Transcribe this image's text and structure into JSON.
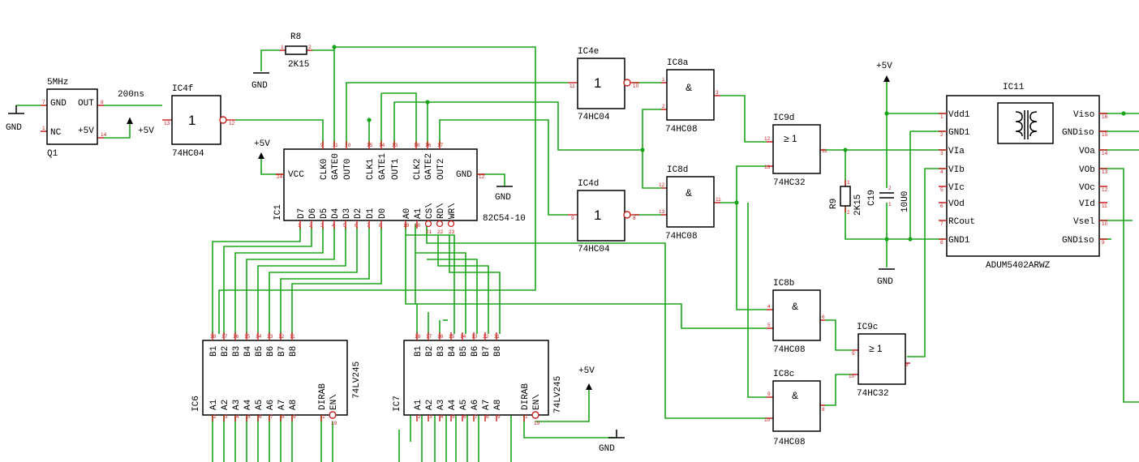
{
  "power": {
    "gnd": "GND",
    "vcc": "+5V"
  },
  "q1": {
    "ref": "Q1",
    "value": "5MHz",
    "gnd": "GND",
    "out": "OUT",
    "nc": "NC",
    "vcc": "+5V",
    "note": "200ns"
  },
  "ic4f": {
    "ref": "IC4f",
    "part": "74HC04",
    "sym": "1"
  },
  "ic4e": {
    "ref": "IC4e",
    "part": "74HC04",
    "sym": "1"
  },
  "ic4d": {
    "ref": "IC4d",
    "part": "74HC04",
    "sym": "1"
  },
  "r8": {
    "ref": "R8",
    "value": "2K15"
  },
  "r9": {
    "ref": "R9",
    "value": "2K15"
  },
  "c19": {
    "ref": "C19",
    "value": "10U0"
  },
  "ic1": {
    "ref": "IC1",
    "part": "82C54-10",
    "top_pins": [
      "CLK0",
      "GATE0",
      "OUT0",
      "CLK1",
      "GATE1",
      "OUT1",
      "CLK2",
      "GATE2",
      "OUT2"
    ],
    "d_pins": [
      "D7",
      "D6",
      "D5",
      "D4",
      "D3",
      "D2",
      "D1",
      "D0"
    ],
    "a_pins": [
      "A0",
      "A1",
      "CS\\",
      "RD\\",
      "WR\\"
    ],
    "vcc": "VCC",
    "gnd": "GND"
  },
  "ic8a": {
    "ref": "IC8a",
    "part": "74HC08",
    "sym": "&"
  },
  "ic8d": {
    "ref": "IC8d",
    "part": "74HC08",
    "sym": "&"
  },
  "ic8b": {
    "ref": "IC8b",
    "part": "74HC08",
    "sym": "&"
  },
  "ic8c": {
    "ref": "IC8c",
    "part": "74HC08",
    "sym": "&"
  },
  "ic9d": {
    "ref": "IC9d",
    "part": "74HC32",
    "sym": "≥ 1"
  },
  "ic9c": {
    "ref": "IC9c",
    "part": "74HC32",
    "sym": "≥ 1"
  },
  "ic11": {
    "ref": "IC11",
    "part": "ADUM5402ARWZ",
    "left_pins": [
      "Vdd1",
      "GND1",
      "VIa",
      "VIb",
      "VIc",
      "VOd",
      "RCout",
      "GND1"
    ],
    "right_pins": [
      "Viso",
      "GNDiso",
      "VOa",
      "VOb",
      "VOc",
      "VId",
      "Vsel",
      "GNDiso"
    ]
  },
  "ic6": {
    "ref": "IC6",
    "part": "74LV245",
    "b_pins": [
      "B1",
      "B2",
      "B3",
      "B4",
      "B5",
      "B6",
      "B7",
      "B8"
    ],
    "a_pins": [
      "A1",
      "A2",
      "A3",
      "A4",
      "A5",
      "A6",
      "A7",
      "A8"
    ],
    "dir": "DIRAB",
    "en": "EN\\"
  },
  "ic7": {
    "ref": "IC7",
    "part": "74LV245",
    "b_pins": [
      "B1",
      "B2",
      "B3",
      "B4",
      "B5",
      "B6",
      "B7",
      "B8"
    ],
    "a_pins": [
      "A1",
      "A2",
      "A3",
      "A4",
      "A5",
      "A6",
      "A7",
      "A8"
    ],
    "dir": "DIRAB",
    "en": "EN\\"
  }
}
